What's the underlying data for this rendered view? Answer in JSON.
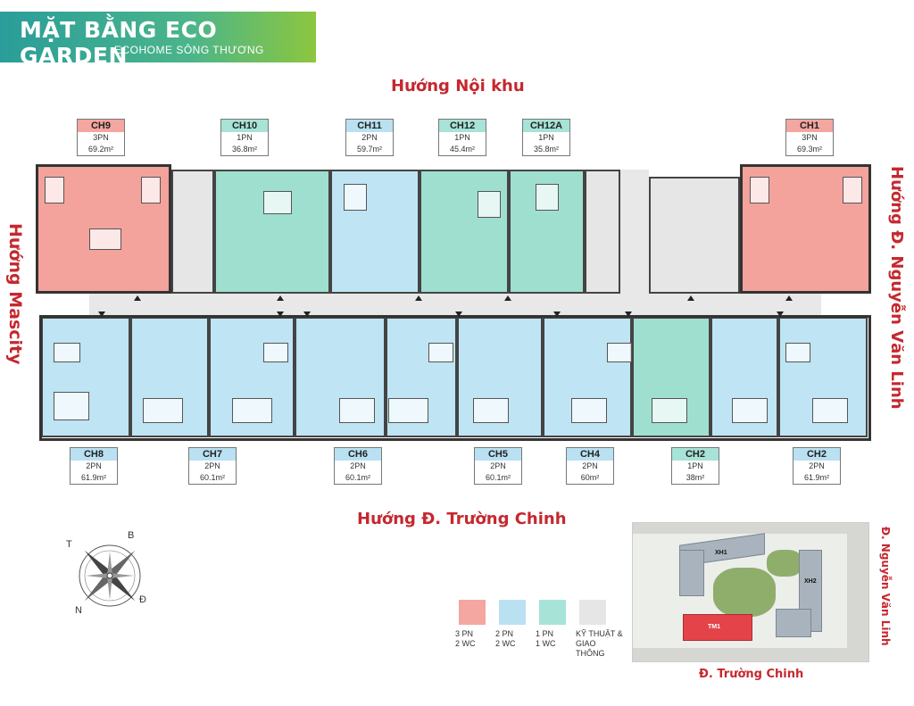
{
  "header": {
    "title": "MẶT BẰNG ECO GARDEN",
    "subtitle": "ECOHOME SÔNG THƯƠNG",
    "gradient": [
      "#2a9d9a",
      "#8cc63f"
    ]
  },
  "directions": {
    "top": "Hướng Nội khu",
    "bottom": "Hướng Đ. Trường Chinh",
    "left": "Hướng Mascity",
    "right": "Hướng Đ. Nguyễn Văn Linh"
  },
  "units_top": [
    {
      "name": "CH9",
      "type": "3PN",
      "area": "69.2m²",
      "color": "pink"
    },
    {
      "name": "CH10",
      "type": "1PN",
      "area": "36.8m²",
      "color": "teal"
    },
    {
      "name": "CH11",
      "type": "2PN",
      "area": "59.7m²",
      "color": "blue"
    },
    {
      "name": "CH12",
      "type": "1PN",
      "area": "45.4m²",
      "color": "teal"
    },
    {
      "name": "CH12A",
      "type": "1PN",
      "area": "35.8m²",
      "color": "teal"
    },
    {
      "name": "CH1",
      "type": "3PN",
      "area": "69.3m²",
      "color": "pink"
    }
  ],
  "units_bottom": [
    {
      "name": "CH8",
      "type": "2PN",
      "area": "61.9m²",
      "color": "blue"
    },
    {
      "name": "CH7",
      "type": "2PN",
      "area": "60.1m²",
      "color": "blue"
    },
    {
      "name": "CH6",
      "type": "2PN",
      "area": "60.1m²",
      "color": "blue"
    },
    {
      "name": "CH5",
      "type": "2PN",
      "area": "60.1m²",
      "color": "blue"
    },
    {
      "name": "CH4",
      "type": "2PN",
      "area": "60m²",
      "color": "blue"
    },
    {
      "name": "CH2",
      "type": "1PN",
      "area": "38m²",
      "color": "teal"
    },
    {
      "name": "CH2",
      "type": "2PN",
      "area": "61.9m²",
      "color": "blue"
    }
  ],
  "compass": {
    "t": "T",
    "b": "B",
    "d": "Đ",
    "n": "N"
  },
  "legend": [
    {
      "line1": "3 PN",
      "line2": "2 WC",
      "color": "#f4a6a0"
    },
    {
      "line1": "2 PN",
      "line2": "2 WC",
      "color": "#b9e1f2"
    },
    {
      "line1": "1 PN",
      "line2": "1 WC",
      "color": "#a7e3d6"
    },
    {
      "line1": "KỸ THUẬT &",
      "line2": "GIAO THÔNG",
      "color": "#e6e6e6"
    }
  ],
  "sitemap": {
    "labels": [
      "XH1",
      "XH2",
      "TM1"
    ],
    "road_right": "Đ. Nguyễn Văn Linh",
    "road_bottom": "Đ. Trường Chinh"
  },
  "colors": {
    "pink": "#f3a29c",
    "blue": "#bfe4f4",
    "teal": "#9fdfd0",
    "gray": "#e6e6e6",
    "accent": "#c5282f"
  }
}
